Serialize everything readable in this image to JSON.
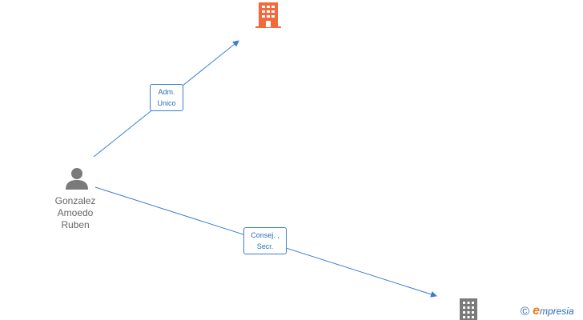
{
  "nodes": {
    "person": {
      "name_lines": [
        "Gonzalez",
        "Amoedo",
        "Ruben"
      ],
      "icon": "person-icon",
      "color": "#7a7a7a"
    },
    "companies": [
      {
        "icon": "building-icon",
        "color": "#f26a3c"
      },
      {
        "icon": "building-icon",
        "color": "#7a7a7a"
      }
    ]
  },
  "edges": [
    {
      "label_lines": [
        "Adm.",
        "Unico"
      ],
      "color": "#3a7fcf"
    },
    {
      "label_lines": [
        "Consej. ,",
        "Secr."
      ],
      "color": "#3a7fcf"
    }
  ],
  "brand": {
    "copyright": "©",
    "e": "e",
    "rest": "mpresia"
  }
}
